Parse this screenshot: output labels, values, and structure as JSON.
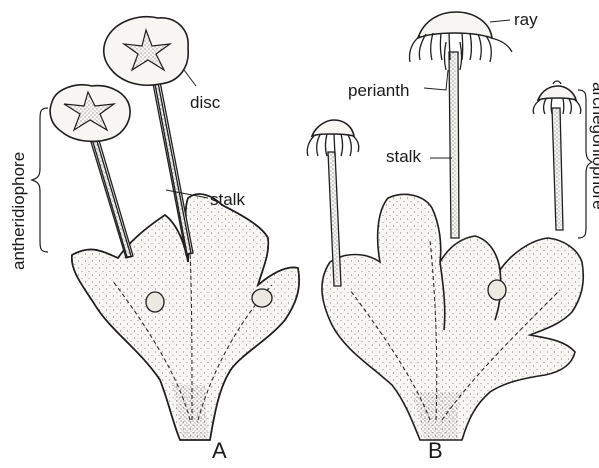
{
  "labels": {
    "disc": "disc",
    "stalk_a": "stalk",
    "antheridiophore": "antheridiophore",
    "ray": "ray",
    "perianth": "perianth",
    "stalk_b": "stalk",
    "archegoniophore": "archegoniophore",
    "figure_a": "A",
    "figure_b": "B"
  },
  "colors": {
    "ink": "#1e1e1e",
    "paper": "#ffffff",
    "thallus_fill": "#f7f6f2"
  }
}
